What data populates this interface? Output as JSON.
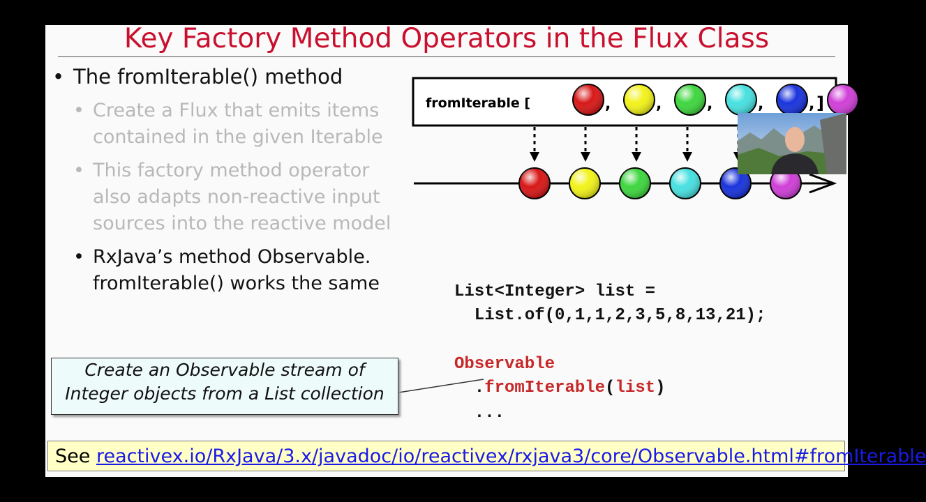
{
  "slide": {
    "title": "Key Factory Method Operators in the Flux Class",
    "bullet_main": "The fromIterable() method",
    "bullet_dot": "•",
    "sub_bullets": [
      {
        "lines": [
          "Create a Flux that emits items",
          "contained in the given Iterable"
        ]
      },
      {
        "lines": [
          "This factory method operator",
          "also adapts non-reactive input",
          "sources into the reactive model"
        ]
      },
      {
        "lines": [
          "RxJava’s method Observable.",
          "fromIterable() works the same"
        ]
      }
    ]
  },
  "diagram": {
    "label": "fromIterable [",
    "close_bracket": "]",
    "separator": ",",
    "marble_colors": [
      "#d81818",
      "#f2f21a",
      "#3fd63f",
      "#48e0e0",
      "#1a34dc",
      "#d040d8"
    ]
  },
  "code": {
    "line1": "List<Integer> list =",
    "line2": "  List.of(0,1,1,2,3,5,8,13,21);",
    "line3_kw": "Observable",
    "line4_dot": "  .",
    "line4_kw": "fromIterable",
    "line4_paren_open": "(",
    "line4_arg": "list",
    "line4_paren_close": ")",
    "line5": "  ..."
  },
  "callout": {
    "line1": "Create an Observable stream of",
    "line2": "Integer objects from a List collection"
  },
  "see": {
    "prefix": "See ",
    "link": "reactivex.io/RxJava/3.x/javadoc/io/reactivex/rxjava3/core/Observable.html#fromIterable"
  }
}
